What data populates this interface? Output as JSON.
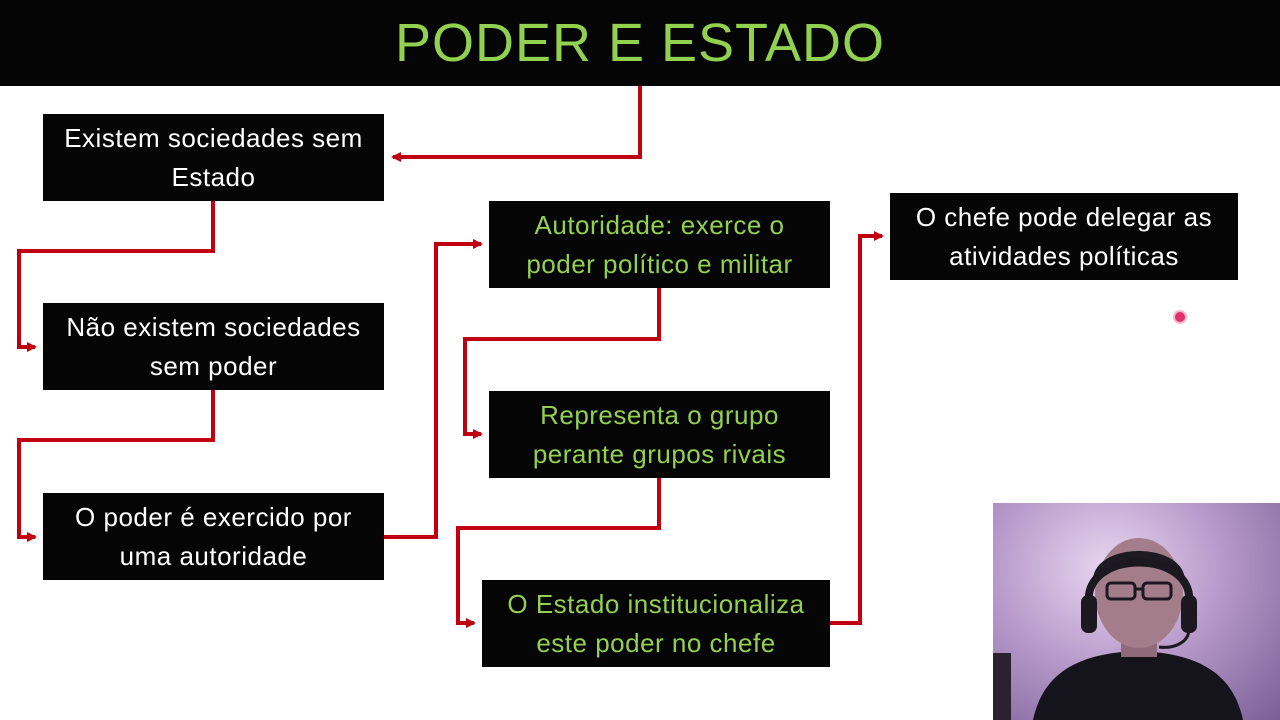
{
  "title": "PODER E ESTADO",
  "colors": {
    "title_text": "#92d050",
    "box_background": "#050505",
    "white_text": "#ffffff",
    "green_text": "#92d050",
    "connector": "#c00010"
  },
  "nodes": {
    "n1": {
      "line1": "Existem sociedades sem",
      "line2": "Estado"
    },
    "n2": {
      "line1": "Não existem sociedades",
      "line2": "sem poder"
    },
    "n3": {
      "line1": "O poder é exercido por",
      "line2": "uma autoridade"
    },
    "n4": {
      "line1": "Autoridade: exerce o",
      "line2": "poder político e militar"
    },
    "n5": {
      "line1": "Representa o grupo",
      "line2": "perante grupos rivais"
    },
    "n6": {
      "line1": "O Estado institucionaliza",
      "line2": "este poder no chefe"
    },
    "n7": {
      "line1": "O chefe pode delegar as",
      "line2": "atividades políticas"
    }
  },
  "webcam": {
    "icon": "presenter-webcam"
  },
  "cursor": {
    "icon": "cursor-highlight"
  }
}
